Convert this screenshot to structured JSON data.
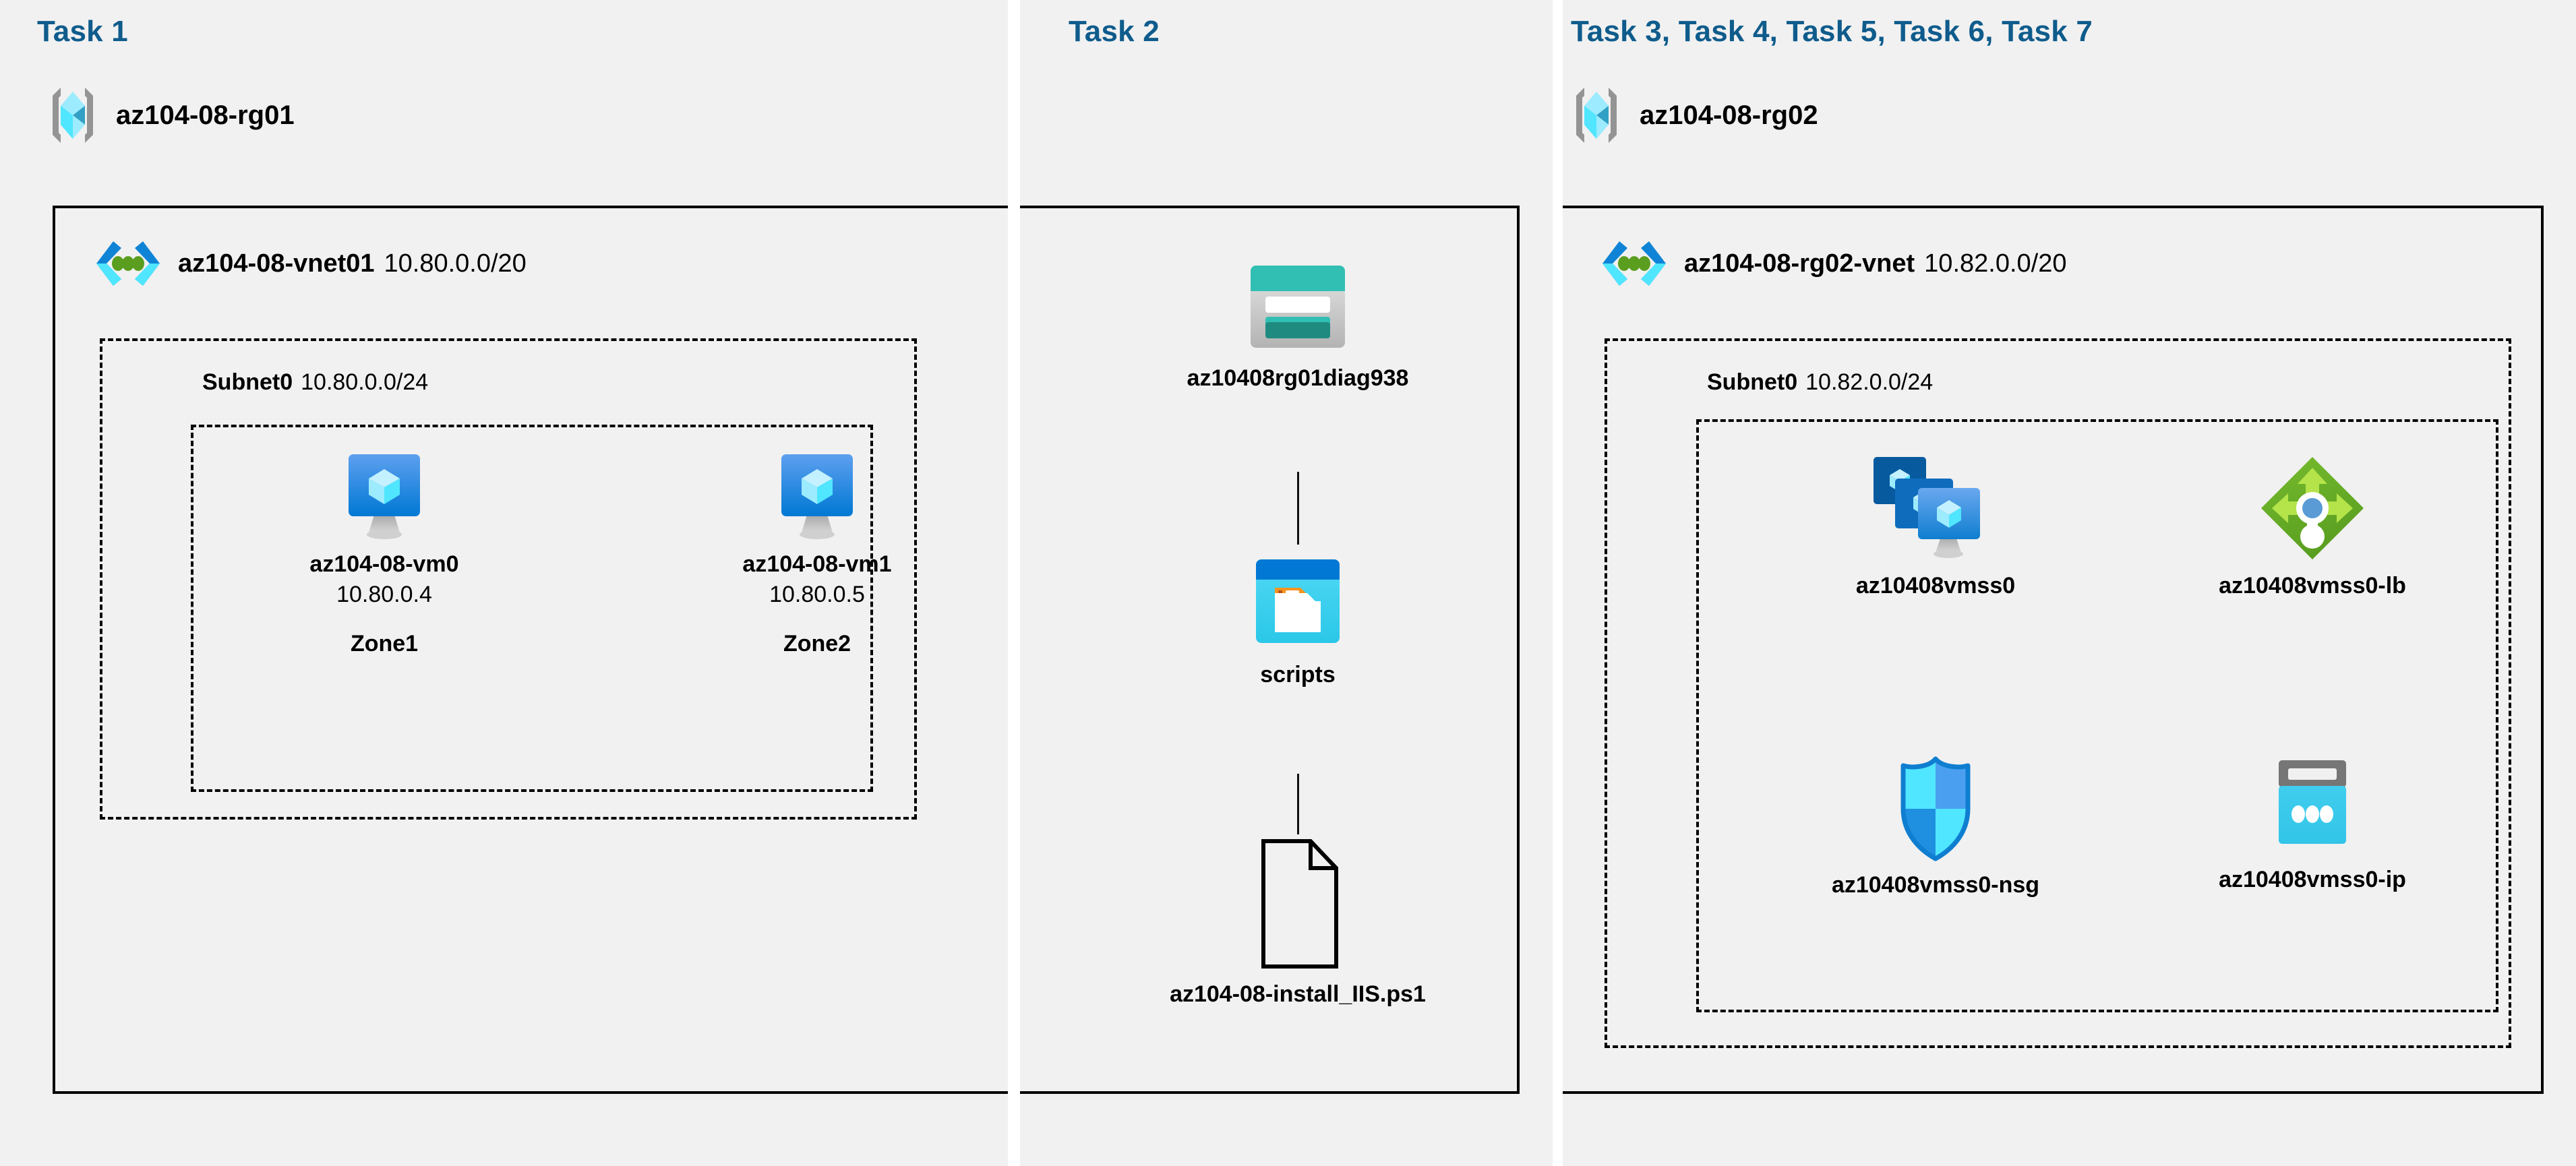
{
  "panels": [
    {
      "id": "task1",
      "title": "Task 1",
      "resource_group": {
        "name": "az104-08-rg01",
        "icon": "resource-group-icon"
      },
      "vnet": {
        "name": "az104-08-vnet01",
        "cidr": "10.80.0.0/20",
        "icon": "virtual-network-icon"
      },
      "subnet": {
        "name": "Subnet0",
        "cidr": "10.80.0.0/24"
      },
      "vms": [
        {
          "name": "az104-08-vm0",
          "ip": "10.80.0.4",
          "zone": "Zone1",
          "icon": "virtual-machine-icon"
        },
        {
          "name": "az104-08-vm1",
          "ip": "10.80.0.5",
          "zone": "Zone2",
          "icon": "virtual-machine-icon"
        }
      ]
    },
    {
      "id": "task2",
      "title": "Task 2",
      "items": [
        {
          "name": "az10408rg01diag938",
          "icon": "storage-account-icon"
        },
        {
          "name": "scripts",
          "icon": "blob-container-icon"
        },
        {
          "name": "az104-08-install_IIS.ps1",
          "icon": "file-document-icon"
        }
      ]
    },
    {
      "id": "task3",
      "title": "Task 3, Task 4, Task 5, Task 6, Task 7",
      "resource_group": {
        "name": "az104-08-rg02",
        "icon": "resource-group-icon"
      },
      "vnet": {
        "name": "az104-08-rg02-vnet",
        "cidr": "10.82.0.0/20",
        "icon": "virtual-network-icon"
      },
      "subnet": {
        "name": "Subnet0",
        "cidr": "10.82.0.0/24"
      },
      "resources": [
        {
          "name": "az10408vmss0",
          "icon": "vm-scale-set-icon"
        },
        {
          "name": "az10408vmss0-lb",
          "icon": "load-balancer-icon"
        },
        {
          "name": "az10408vmss0-nsg",
          "icon": "network-security-group-icon"
        },
        {
          "name": "az10408vmss0-ip",
          "icon": "public-ip-address-icon"
        }
      ]
    }
  ],
  "colors": {
    "panel_background": "#f1f1f1",
    "page_background": "#ffffff",
    "task_title": "#0f5c8c",
    "border": "#010101",
    "azure_blue": "#0078d4",
    "azure_cyan": "#50e6ff",
    "teal": "#32bfb3",
    "teal_dark": "#1f8a80",
    "green": "#6bb22b",
    "green_light": "#b4e44a",
    "gray": "#949494"
  }
}
